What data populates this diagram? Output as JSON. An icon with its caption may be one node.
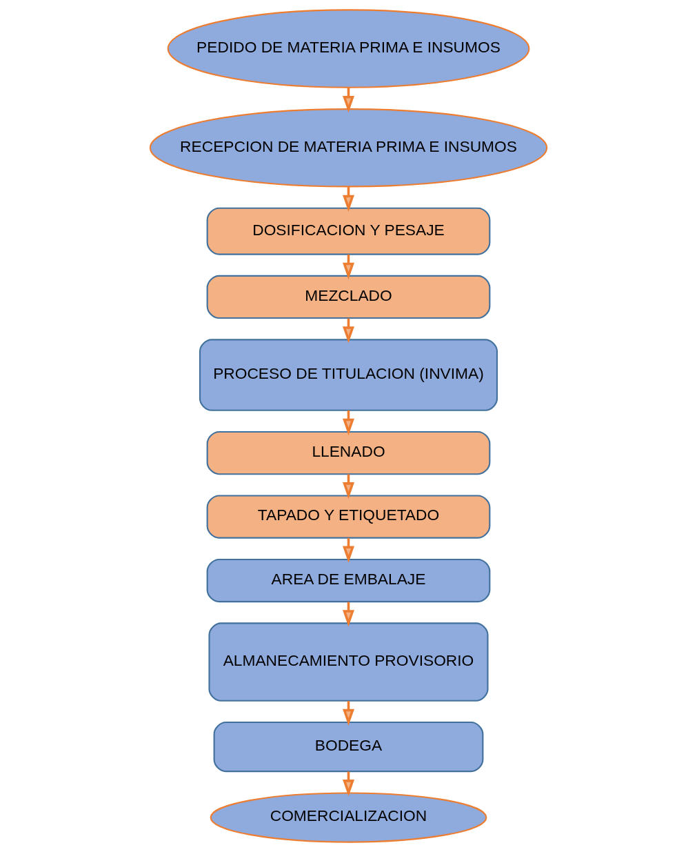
{
  "diagram": {
    "nodes": [
      {
        "text": [
          "PEDIDO DE MATERIA PRIMA E INSUMOS"
        ]
      },
      {
        "text": [
          "RECEPCION DE MATERIA PRIMA E INSUMOS"
        ]
      },
      {
        "text": [
          "DOSIFICACION Y PESAJE"
        ]
      },
      {
        "text": [
          "MEZCLADO"
        ]
      },
      {
        "text": [
          "PROCESO DE TITULACION (INVIMA)"
        ]
      },
      {
        "text": [
          "LLENADO"
        ]
      },
      {
        "text": [
          "TAPADO Y ETIQUETADO"
        ]
      },
      {
        "text": [
          "AREA DE EMBALAJE"
        ]
      },
      {
        "text": [
          "ALMANECAMIENTO PROVISORIO"
        ]
      },
      {
        "text": [
          "BODEGA"
        ]
      },
      {
        "text": [
          "COMERCIALIZACION"
        ]
      }
    ],
    "edges": [
      {
        "from": 0,
        "to": 1,
        "arrow": "to"
      },
      {
        "from": 1,
        "to": 2,
        "arrow": "to"
      },
      {
        "from": 2,
        "to": 3,
        "arrow": "to"
      },
      {
        "from": 3,
        "to": 4,
        "arrow": "to"
      },
      {
        "from": 4,
        "to": 5,
        "arrow": "to"
      },
      {
        "from": 5,
        "to": 6,
        "arrow": "to"
      },
      {
        "from": 6,
        "to": 7,
        "arrow": "to"
      },
      {
        "from": 7,
        "to": 8,
        "arrow": "to"
      },
      {
        "from": 8,
        "to": 9,
        "arrow": "to"
      },
      {
        "from": 9,
        "to": 10,
        "arrow": "to"
      }
    ]
  }
}
